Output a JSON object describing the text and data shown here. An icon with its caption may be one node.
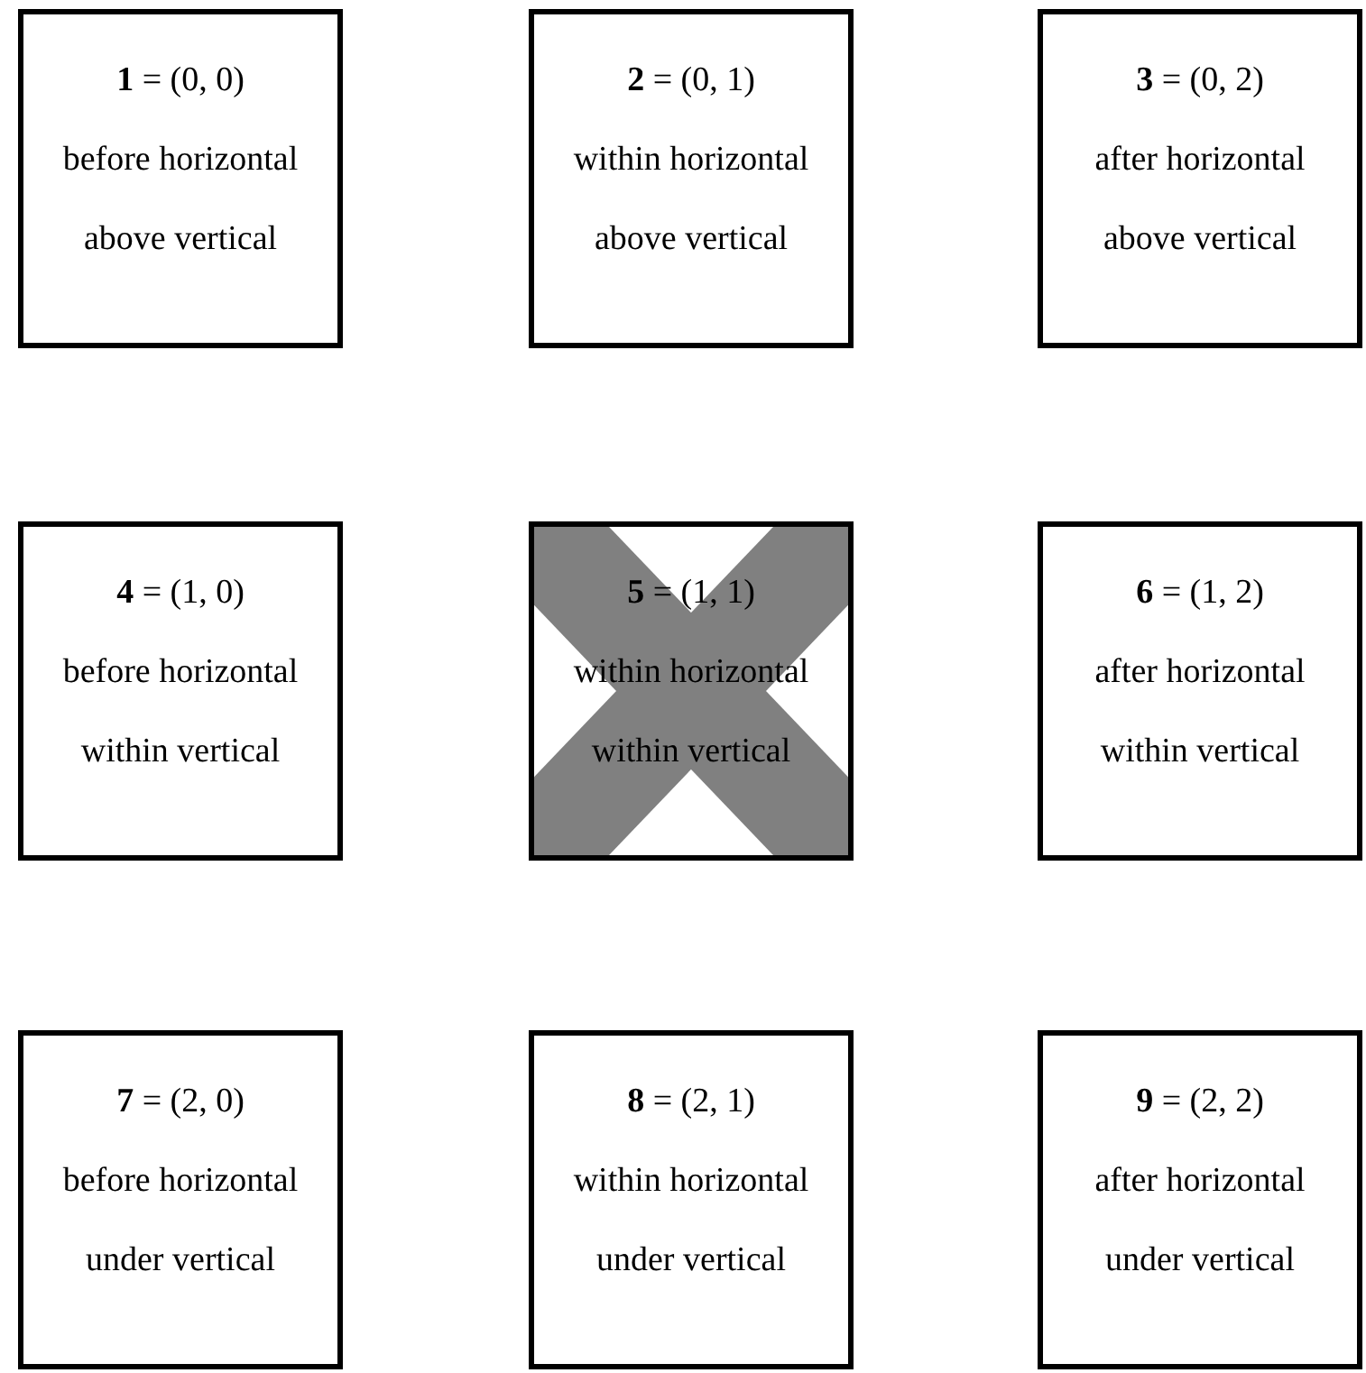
{
  "diagram": {
    "nodes": [
      {
        "text": [
          "**1** = (0, 0)",
          "before horizontal",
          "above vertical"
        ]
      },
      {
        "text": [
          "**2** = (0, 1)",
          "within horizontal",
          "above vertical"
        ]
      },
      {
        "text": [
          "**3** = (0, 2)",
          "after horizontal",
          "above vertical"
        ]
      },
      {
        "text": [
          "**4** = (1, 0)",
          "before horizontal",
          "within vertical"
        ]
      },
      {
        "text": [
          "**5** = (1, 1)",
          "within horizontal",
          "within vertical"
        ]
      },
      {
        "text": [
          "**6** = (1, 2)",
          "after horizontal",
          "within vertical"
        ]
      },
      {
        "text": [
          "**7** = (2, 0)",
          "before horizontal",
          "under vertical"
        ]
      },
      {
        "text": [
          "**8** = (2, 1)",
          "within horizontal",
          "under vertical"
        ]
      },
      {
        "text": [
          "**9** = (2, 2)",
          "after horizontal",
          "under vertical"
        ]
      }
    ]
  }
}
